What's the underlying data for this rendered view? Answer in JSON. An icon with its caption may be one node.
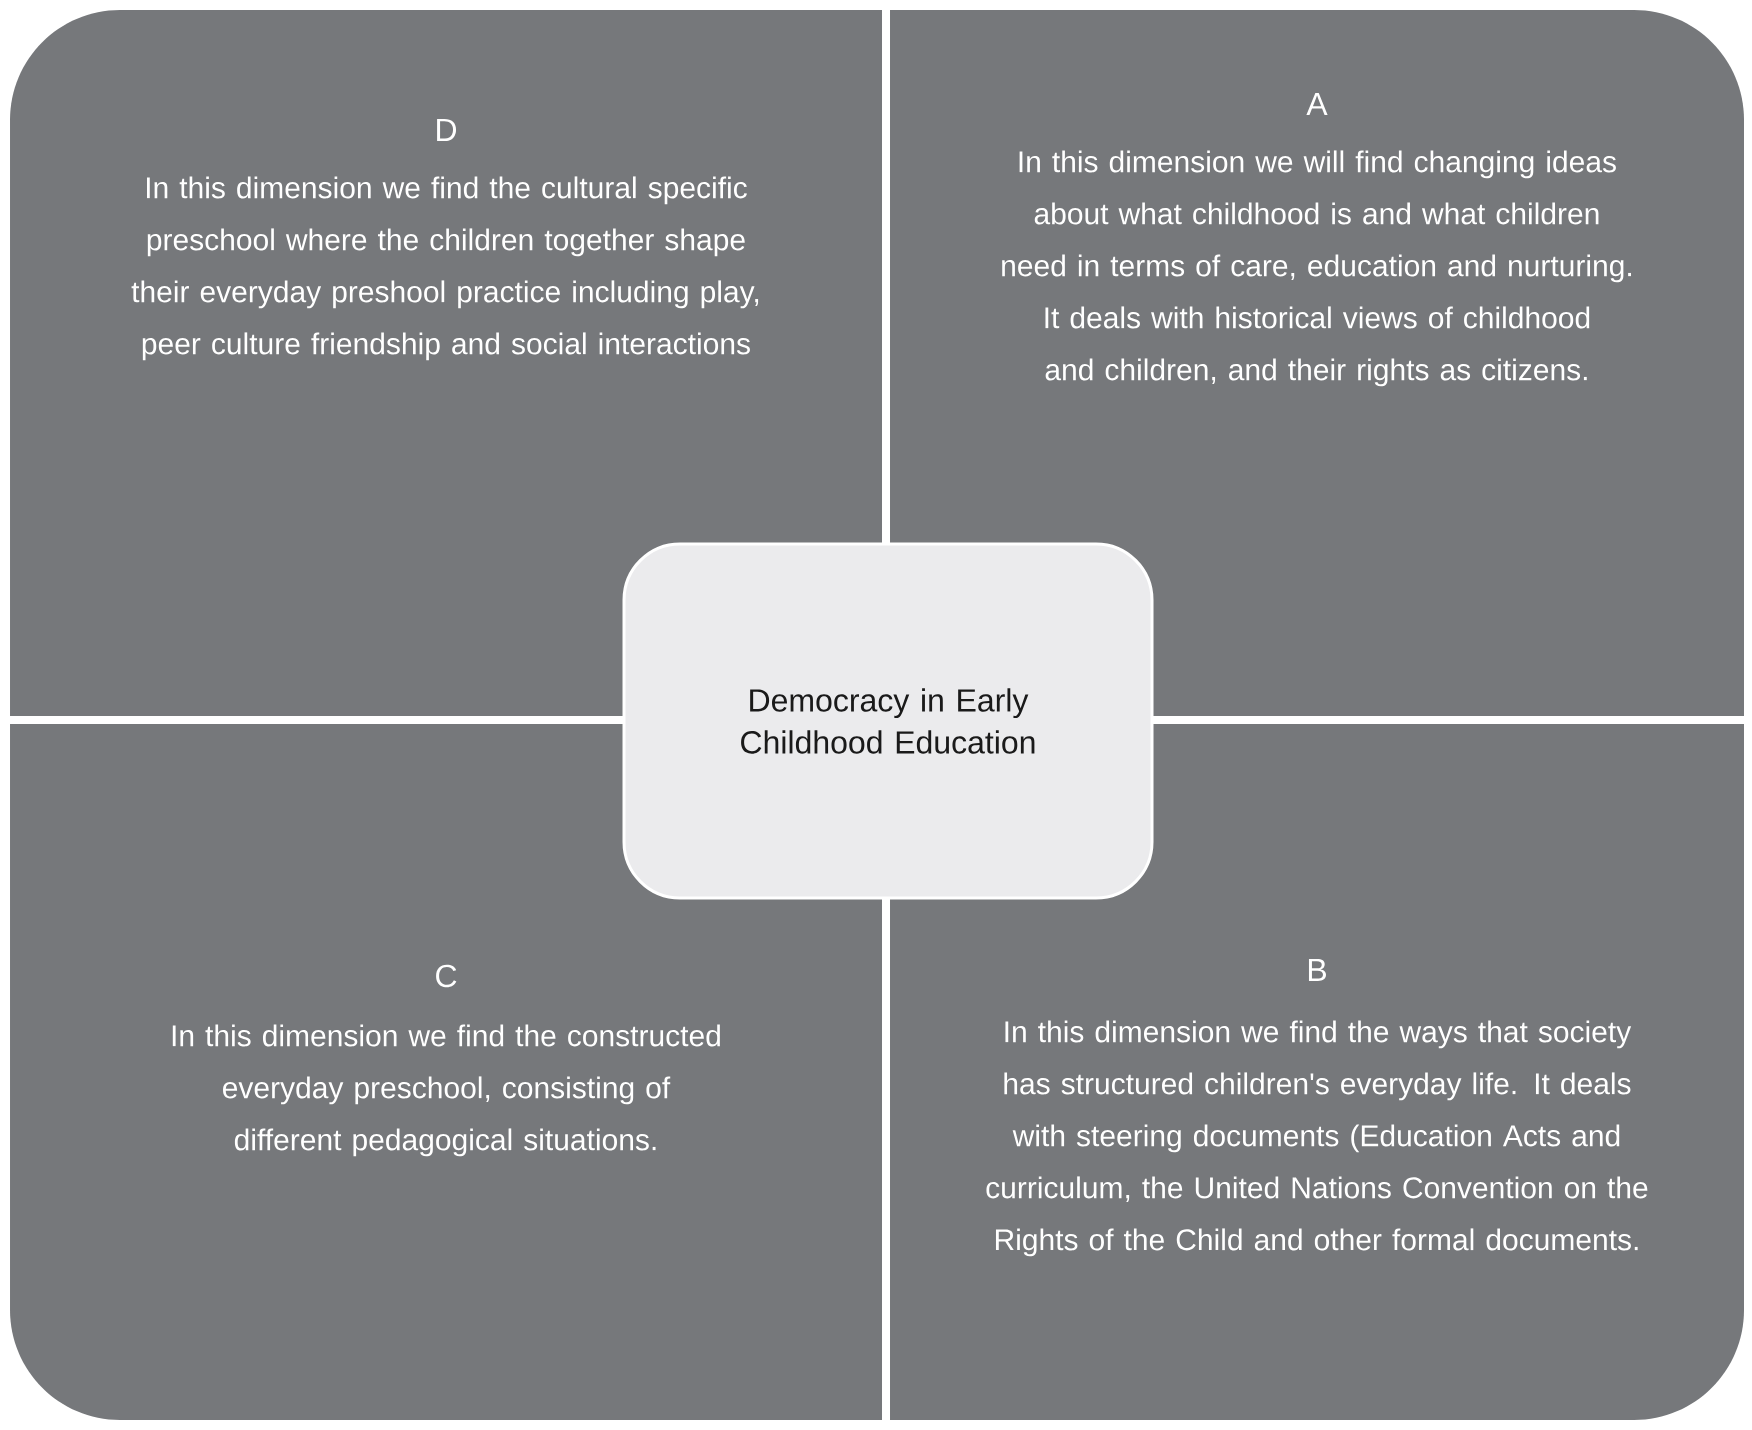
{
  "diagram": {
    "nodes": [
      {
        "text": [
          "D",
          "In this dimension we find the cultural specific preschool where the children together shape their everyday preshool practice including play, peer culture friendship and social interactions"
        ]
      },
      {
        "text": [
          "A",
          "In this dimension we will find changing ideas about what childhood is and what children need in terms of care, education and nurturing. It deals with historical views of childhood and children, and their rights as citizens."
        ]
      },
      {
        "text": [
          "Democracy in Early Childhood Education"
        ]
      },
      {
        "text": [
          "C",
          "In this dimension we find the constructed everyday preschool, consisting of different pedagogical situations."
        ]
      },
      {
        "text": [
          "B",
          "In this dimension we find the ways that society has structured children's everyday life. It deals with steering documents (Education Acts and curriculum, the United Nations Convention on the Rights of the Child and other formal documents."
        ]
      }
    ]
  }
}
